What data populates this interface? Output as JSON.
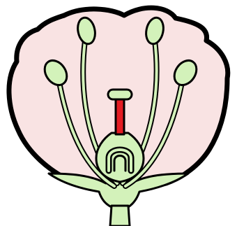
{
  "diagram": {
    "colors": {
      "outline": "#000000",
      "petal": "#f9e3e3",
      "green_part": "#d3f2ba",
      "style": "#e31c23",
      "background": "#ffffff"
    },
    "parts": [
      "petal",
      "stamen",
      "anther",
      "filament",
      "stigma",
      "style",
      "ovary",
      "ovule",
      "sepal",
      "receptacle",
      "stalk"
    ]
  }
}
